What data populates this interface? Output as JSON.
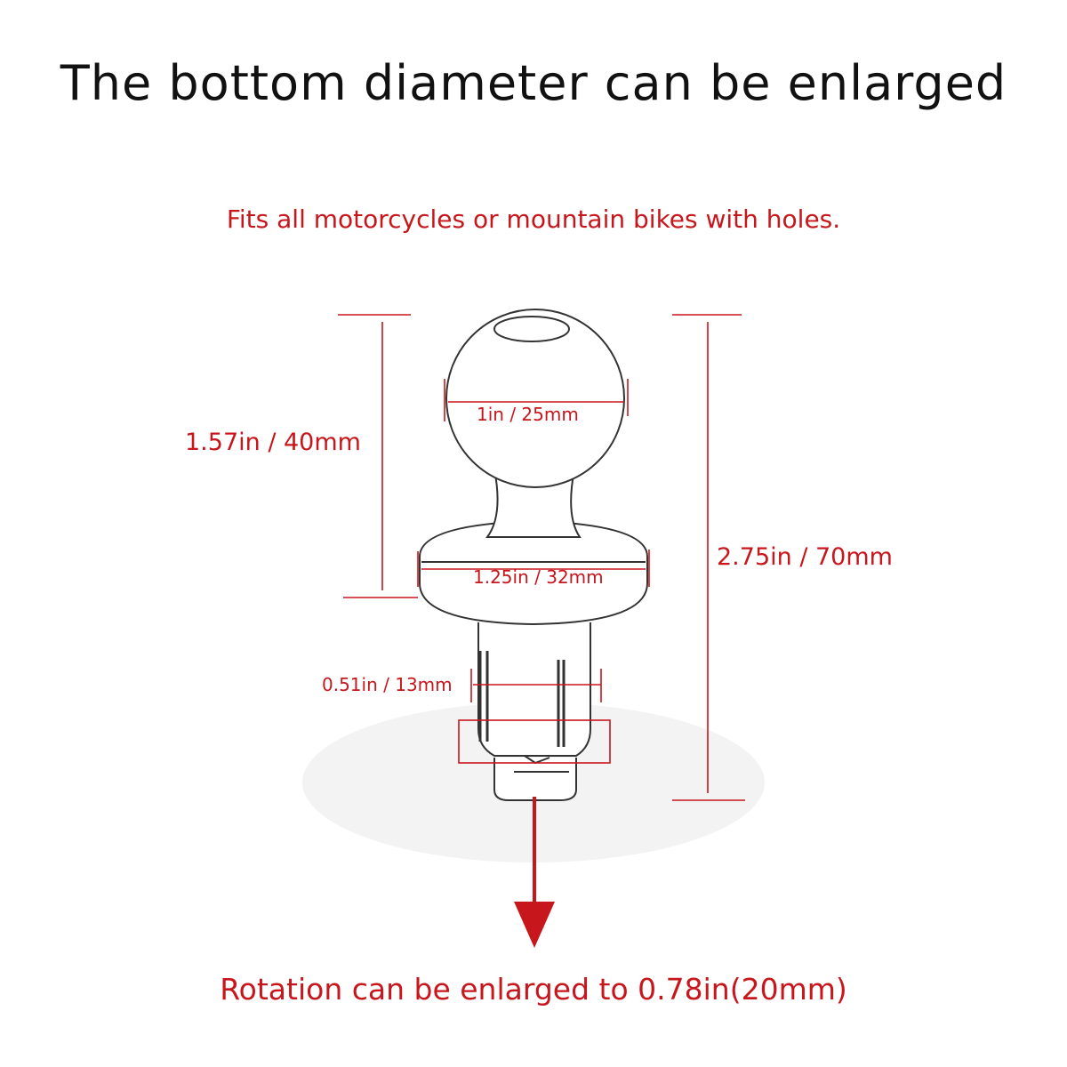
{
  "heading": {
    "title": "The bottom diameter can be enlarged",
    "subtitle": "Fits all motorcycles or mountain bikes with holes."
  },
  "dimensions": {
    "ball_diameter": "1in / 25mm",
    "upper_height": "1.57in / 40mm",
    "flange_diameter": "1.25in / 32mm",
    "total_height": "2.75in / 70mm",
    "stem_diameter": "0.51in / 13mm"
  },
  "footer": {
    "note": "Rotation can be enlarged to 0.78in(20mm)"
  },
  "colors": {
    "accent": "#c8161d",
    "outline": "#333333",
    "text": "#111111"
  }
}
